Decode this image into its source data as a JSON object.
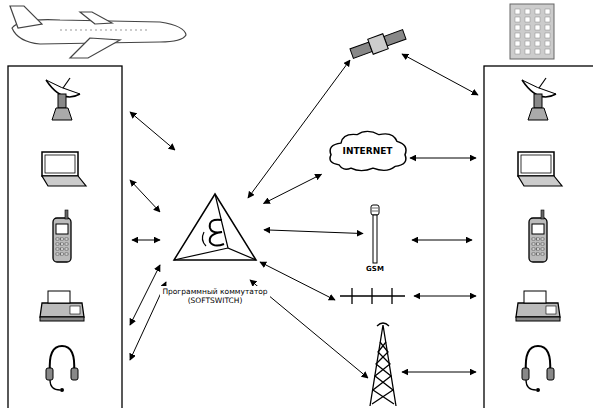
{
  "diagram": {
    "nodes": [
      {
        "text": [
          "Программный коммутатор (SOFTSWITCH)"
        ]
      },
      {
        "text": [
          "INTERNET"
        ]
      },
      {
        "text": [
          "GSM"
        ]
      }
    ],
    "edges": [
      {
        "from": 0,
        "to": 1,
        "arrow": "both"
      },
      {
        "from": 0,
        "to": 2,
        "arrow": "both"
      }
    ]
  }
}
